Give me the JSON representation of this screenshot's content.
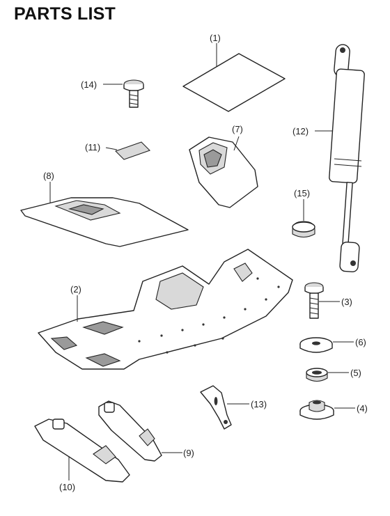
{
  "title": "PARTS LIST",
  "parts": [
    {
      "label": "(1)",
      "icon": "sheet-icon"
    },
    {
      "label": "(2)",
      "icon": "base-plate-icon"
    },
    {
      "label": "(3)",
      "icon": "bolt-icon"
    },
    {
      "label": "(4)",
      "icon": "flanged-collar-icon"
    },
    {
      "label": "(5)",
      "icon": "spacer-ring-icon"
    },
    {
      "label": "(6)",
      "icon": "flat-washer-icon"
    },
    {
      "label": "(7)",
      "icon": "bracket-plate-icon"
    },
    {
      "label": "(8)",
      "icon": "cover-panel-icon"
    },
    {
      "label": "(9)",
      "icon": "foot-pad-icon"
    },
    {
      "label": "(10)",
      "icon": "foot-pad-icon"
    },
    {
      "label": "(11)",
      "icon": "label-sticker-icon"
    },
    {
      "label": "(12)",
      "icon": "gas-strut-icon"
    },
    {
      "label": "(13)",
      "icon": "angle-bracket-icon"
    },
    {
      "label": "(14)",
      "icon": "screw-icon"
    },
    {
      "label": "(15)",
      "icon": "rubber-cap-icon"
    }
  ]
}
